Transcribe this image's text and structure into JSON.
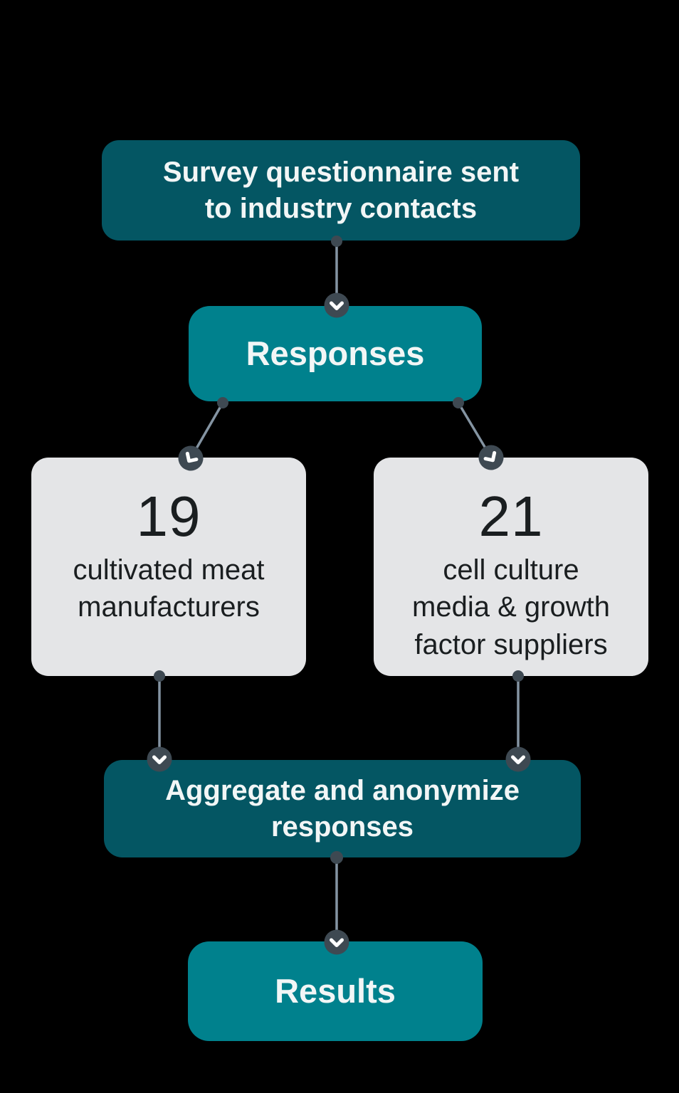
{
  "colors": {
    "background": "#000000",
    "dark_teal": "#045663",
    "teal": "#00818D",
    "gray": "#E4E5E7",
    "connector": "#8494A2",
    "marker": "#3E4952",
    "chevron": "#FFFFFF",
    "light_text": "#F2F6F6",
    "dark_text": "#1A1E20"
  },
  "flowchart": {
    "nodes": {
      "survey": {
        "label": "Survey questionnaire sent\nto industry contacts"
      },
      "responses": {
        "label": "Responses"
      },
      "manufacturers": {
        "count": "19",
        "label": "cultivated meat\nmanufacturers"
      },
      "suppliers": {
        "count": "21",
        "label": "cell culture\nmedia & growth\nfactor suppliers"
      },
      "aggregate": {
        "label": "Aggregate and anonymize\nresponses"
      },
      "results": {
        "label": "Results"
      }
    },
    "icons": {
      "arrow_marker": "chevron-down-icon"
    }
  }
}
